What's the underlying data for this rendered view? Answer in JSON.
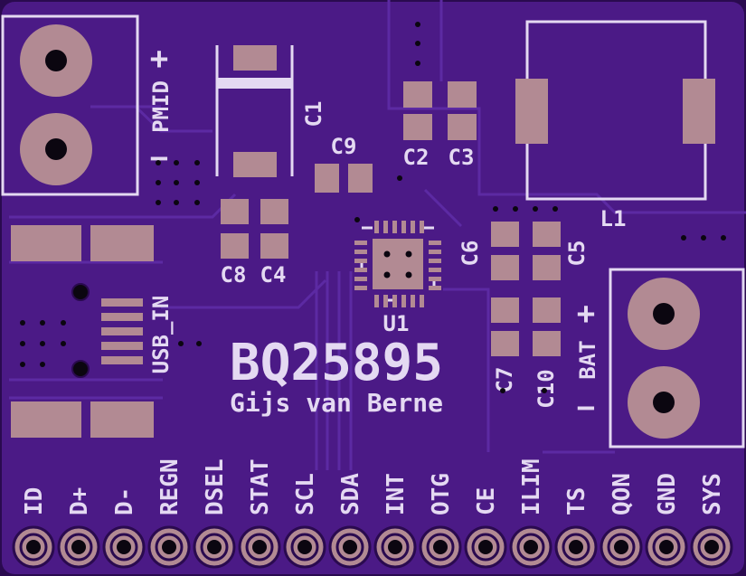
{
  "colors": {
    "board": "#4b1a86",
    "board_dark": "#3b0f70",
    "trace": "#5a27a0",
    "silk": "#e4d9f2",
    "pad": "#b28a93",
    "hole": "#0b0610"
  },
  "title": "BQ25895",
  "author": "Gijs van Berne",
  "labels": {
    "pmid": "PMID",
    "pmid_plus": "+",
    "pmid_minus": "−",
    "usb_in": "USB_IN",
    "bat": "BAT",
    "bat_plus": "+",
    "bat_minus": "−",
    "c1": "C1",
    "c2": "C2",
    "c3": "C3",
    "c4": "C4",
    "c5": "C5",
    "c6": "C6",
    "c7": "C7",
    "c8": "C8",
    "c9": "C9",
    "c10": "C10",
    "l1": "L1",
    "u1": "U1"
  },
  "header_pins": [
    "ID",
    "D+",
    "D-",
    "REGN",
    "DSEL",
    "STAT",
    "SCL",
    "SDA",
    "INT",
    "OTG",
    "CE",
    "ILIM",
    "TS",
    "QON",
    "GND",
    "SYS"
  ]
}
